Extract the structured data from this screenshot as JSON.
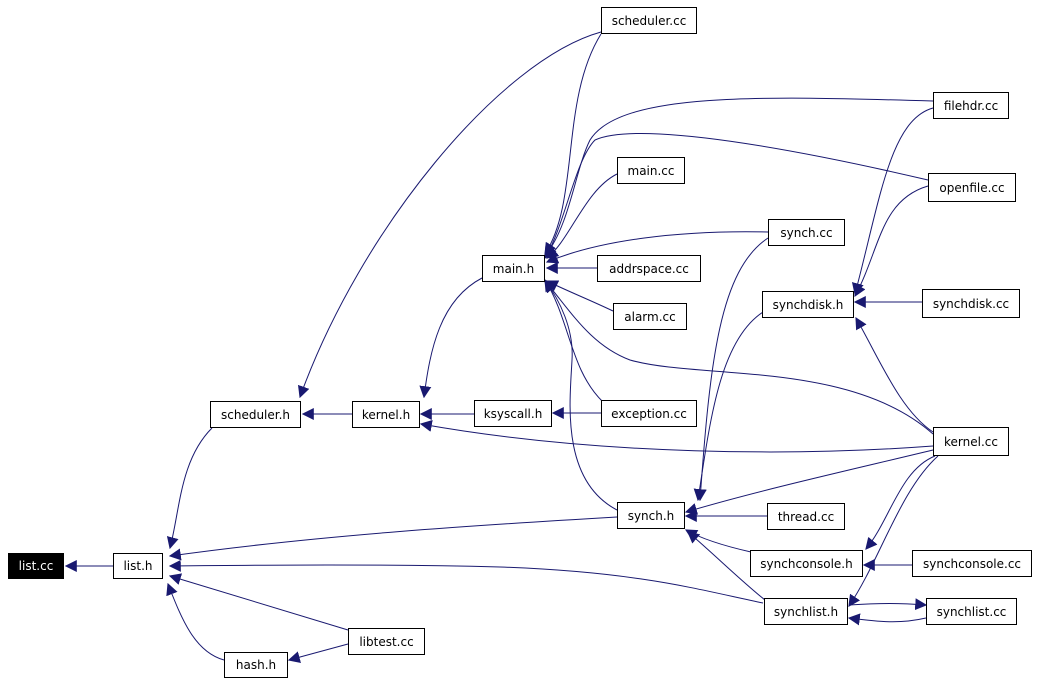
{
  "nodes": {
    "list_cc": "list.cc",
    "list_h": "list.h",
    "hash_h": "hash.h",
    "libtest_cc": "libtest.cc",
    "scheduler_h": "scheduler.h",
    "kernel_h": "kernel.h",
    "ksyscall_h": "ksyscall.h",
    "exception_cc": "exception.cc",
    "main_h": "main.h",
    "scheduler_cc": "scheduler.cc",
    "main_cc": "main.cc",
    "addrspace_cc": "addrspace.cc",
    "alarm_cc": "alarm.cc",
    "synch_cc": "synch.cc",
    "synchdisk_h": "synchdisk.h",
    "synchdisk_cc": "synchdisk.cc",
    "filehdr_cc": "filehdr.cc",
    "openfile_cc": "openfile.cc",
    "kernel_cc": "kernel.cc",
    "synch_h": "synch.h",
    "thread_cc": "thread.cc",
    "synchconsole_h": "synchconsole.h",
    "synchconsole_cc": "synchconsole.cc",
    "synchlist_h": "synchlist.h",
    "synchlist_cc": "synchlist.cc"
  },
  "colors": {
    "edge": "#191970",
    "root_fill": "#000000",
    "node_border": "#000000"
  }
}
